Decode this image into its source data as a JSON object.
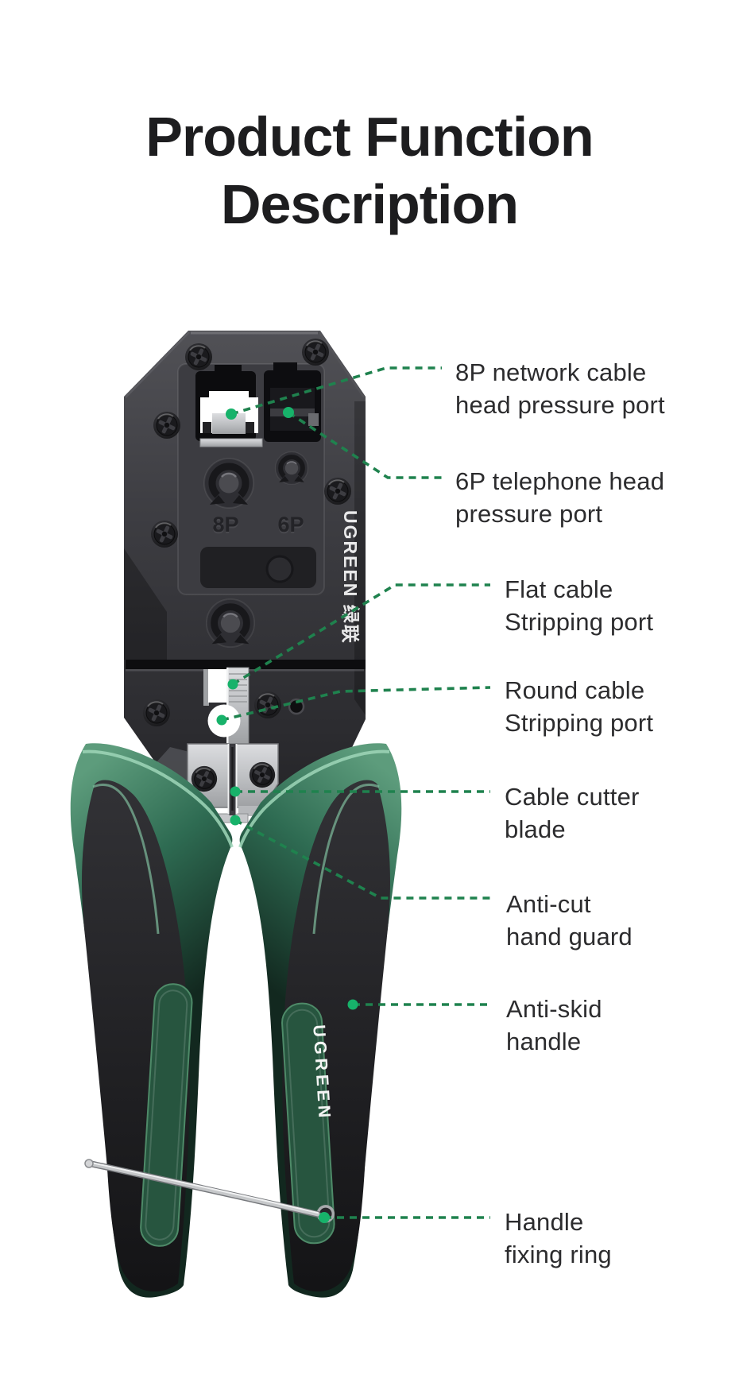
{
  "title": {
    "line1": "Product Function",
    "line2": "Description"
  },
  "tool": {
    "head_brand": "UGREEN 绿联",
    "handle_brand": "UGREEN",
    "port_label_8p": "8P",
    "port_label_6p": "6P"
  },
  "callouts": [
    {
      "id": "8p-port",
      "lines": [
        "8P network cable",
        "head pressure port"
      ]
    },
    {
      "id": "6p-port",
      "lines": [
        "6P telephone head",
        "pressure port"
      ]
    },
    {
      "id": "flat-strip",
      "lines": [
        "Flat cable",
        "Stripping port"
      ]
    },
    {
      "id": "round-strip",
      "lines": [
        "Round cable",
        "Stripping port"
      ]
    },
    {
      "id": "cutter-blade",
      "lines": [
        "Cable cutter",
        "blade"
      ]
    },
    {
      "id": "hand-guard",
      "lines": [
        "Anti-cut",
        "hand guard"
      ]
    },
    {
      "id": "handle",
      "lines": [
        "Anti-skid",
        "handle"
      ]
    },
    {
      "id": "fixing-ring",
      "lines": [
        "Handle",
        "fixing ring"
      ]
    }
  ],
  "colors": {
    "background": "#ffffff",
    "title_text": "#1d1d1f",
    "label_text": "#2c2c2e",
    "leader_dash": "#1f824e",
    "leader_dot": "#17b26a",
    "tool_body_dark": "#3e3e43",
    "handle_green": "#2e6b52",
    "grip_black": "#1c1c1f",
    "metal": "#c9cacc"
  }
}
